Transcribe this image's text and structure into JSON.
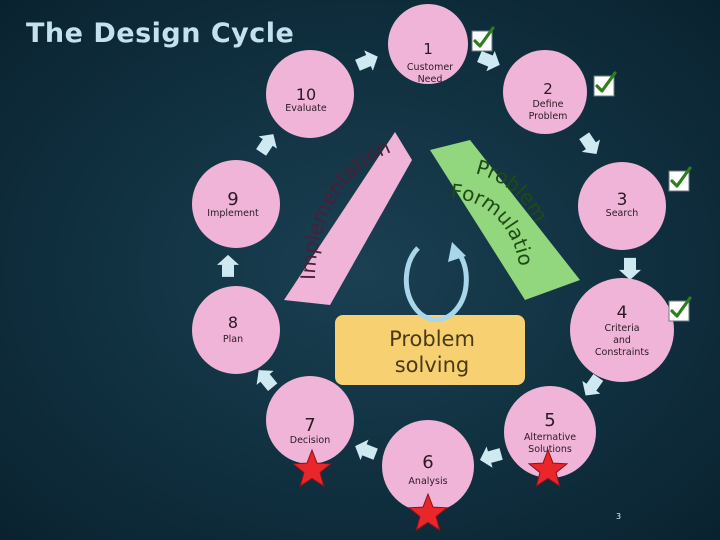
{
  "title": "The Design Cycle",
  "page_number": "3",
  "colors": {
    "circle_fill": "#f0b4d8",
    "center_fill": "#f7d072",
    "implementation_fill": "#f0b4d8",
    "problem_formulation_fill": "#92d67d",
    "arrow_fill": "#cfe9f3",
    "check_box": "#ffffff",
    "check_mark": "#2e7d1e",
    "star": "#e8262b"
  },
  "steps": [
    {
      "number": "1",
      "label": "Customer Need",
      "checked": true,
      "starred": false
    },
    {
      "number": "2",
      "label": "Define Problem",
      "checked": true,
      "starred": false
    },
    {
      "number": "3",
      "label": "Search",
      "checked": true,
      "starred": false
    },
    {
      "number": "4",
      "label": "Criteria and Constraints",
      "checked": true,
      "starred": false
    },
    {
      "number": "5",
      "label": "Alternative Solutions",
      "checked": false,
      "starred": true
    },
    {
      "number": "6",
      "label": "Analysis",
      "checked": false,
      "starred": true
    },
    {
      "number": "7",
      "label": "Decision",
      "checked": false,
      "starred": true
    },
    {
      "number": "8",
      "label": "Plan",
      "checked": false,
      "starred": false
    },
    {
      "number": "9",
      "label": "Implement",
      "checked": false,
      "starred": false
    },
    {
      "number": "10",
      "label": "Evaluate",
      "checked": false,
      "starred": false
    }
  ],
  "center_label": "Problem solving",
  "band_implementation": "Implementation",
  "band_problem_formulation_line1": "Problem",
  "band_problem_formulation_line2": "Formulation"
}
